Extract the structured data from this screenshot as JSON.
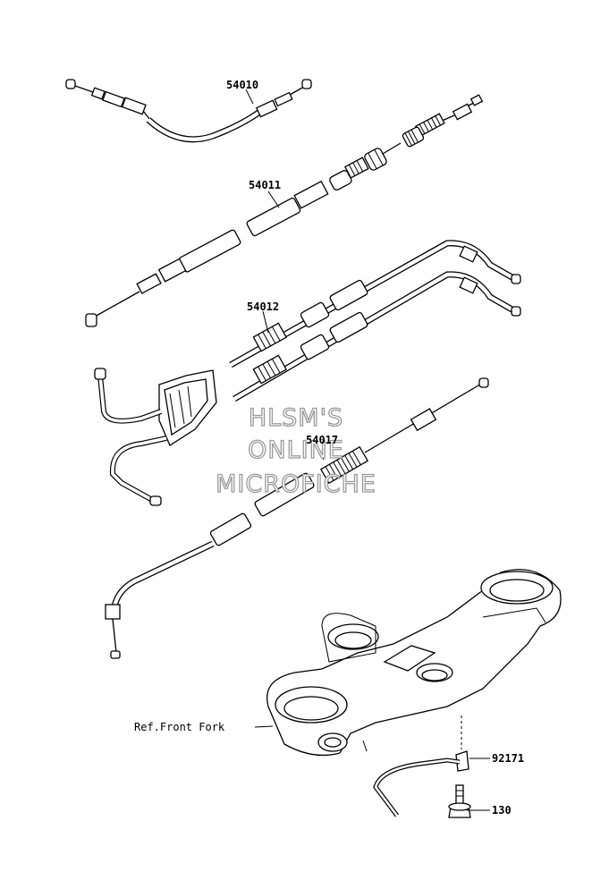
{
  "callouts": {
    "p54010": "54010",
    "p54011": "54011",
    "p54012": "54012",
    "p54017": "54017",
    "p92171": "92171",
    "p130": "130",
    "ref_front_fork": "Ref.Front Fork"
  },
  "watermark": {
    "line1": "HLSM'S",
    "line2": "ONLINE",
    "line3": "MICROFICHE"
  }
}
